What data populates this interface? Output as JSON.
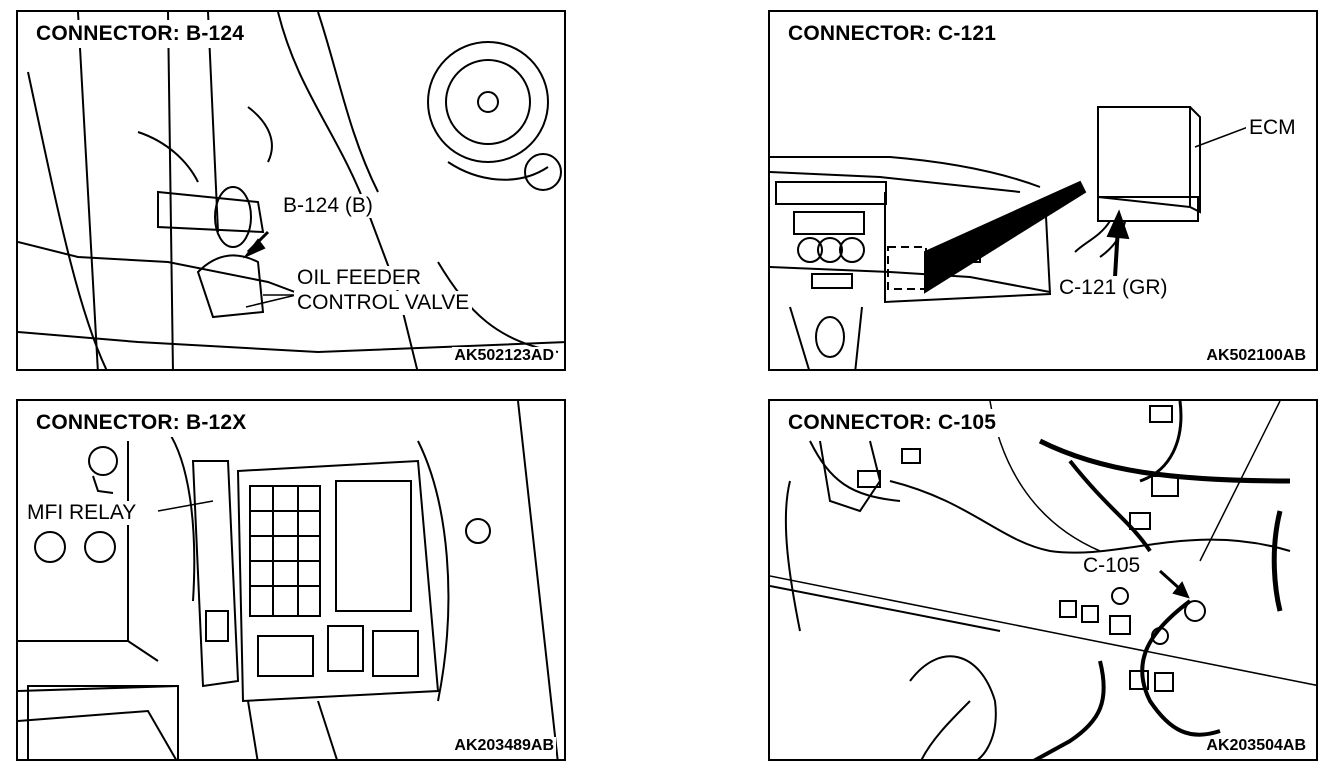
{
  "panels": [
    {
      "title": "CONNECTOR: B-124",
      "code": "AK502123AD",
      "labels": {
        "connector": "B-124 (B)",
        "part_line1": "OIL FEEDER",
        "part_line2": "CONTROL VALVE"
      }
    },
    {
      "title": "CONNECTOR: C-121",
      "code": "AK502100AB",
      "labels": {
        "part": "ECM",
        "connector": "C-121 (GR)"
      }
    },
    {
      "title": "CONNECTOR: B-12X",
      "code": "AK203489AB",
      "labels": {
        "part": "MFI RELAY"
      }
    },
    {
      "title": "CONNECTOR: C-105",
      "code": "AK203504AB",
      "labels": {
        "connector": "C-105"
      }
    }
  ]
}
